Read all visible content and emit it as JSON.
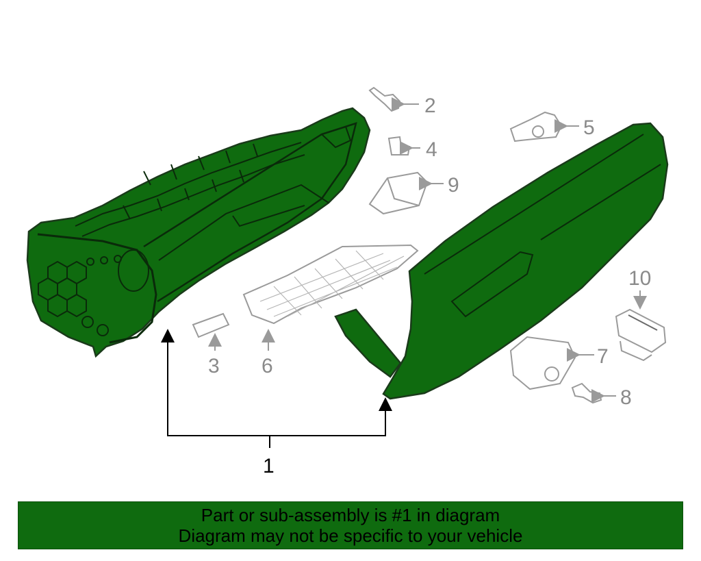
{
  "colors": {
    "part_highlight": "#0f6b0f",
    "part_outline": "#1a3a1a",
    "other_parts": "#9a9a9a",
    "callout_text": "#8a8a8a",
    "banner_bg": "#0f6b0f"
  },
  "callouts": {
    "c1": "1",
    "c2": "2",
    "c3": "3",
    "c4": "4",
    "c5": "5",
    "c6": "6",
    "c7": "7",
    "c8": "8",
    "c9": "9",
    "c10": "10"
  },
  "banner": {
    "line1": "Part or sub-assembly is #1 in diagram",
    "line2": "Diagram may not be specific to your vehicle"
  }
}
